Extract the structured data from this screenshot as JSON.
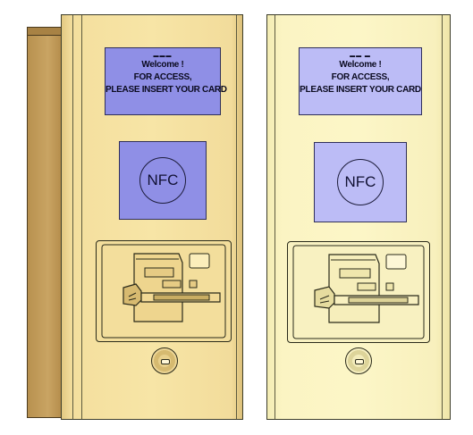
{
  "units": [
    {
      "id": "left",
      "screen": {
        "dots": "▬▬▬",
        "lines": [
          "Welcome !",
          "FOR ACCESS,",
          "PLEASE INSERT YOUR CARD"
        ]
      },
      "nfc_label": "NFC",
      "colors": {
        "panel": "#f4df9e",
        "screen": "#8f8fe6",
        "nfc": "#8f8fe6",
        "side": "#c9a463"
      }
    },
    {
      "id": "right",
      "screen": {
        "dots": "▬▬ ▬",
        "lines": [
          "Welcome !",
          "FOR ACCESS,",
          "PLEASE INSERT YOUR CARD"
        ]
      },
      "nfc_label": "NFC",
      "colors": {
        "panel": "#fcf6c7",
        "screen": "#bcbcf6",
        "nfc": "#bcbcf6"
      }
    }
  ]
}
